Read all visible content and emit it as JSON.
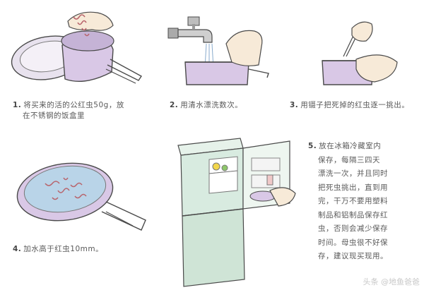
{
  "steps": [
    {
      "num": "1.",
      "line1": "将买来的活的公红虫50g，放",
      "line2": "在不锈钢的饭盒里"
    },
    {
      "num": "2.",
      "line1": "用清水漂洗数次。"
    },
    {
      "num": "3.",
      "line1": "用镊子把死掉的红虫逐一挑出。"
    },
    {
      "num": "4.",
      "line1": "加水高于红虫10mm。"
    },
    {
      "num": "5.",
      "lines": [
        "放在冰箱冷藏室内",
        "保存，每隔三四天",
        "漂洗一次，并且同时",
        "把死虫挑出，直到用",
        "完，干万不要用塑料",
        "制品和铝制品保存红",
        "虫，否则会减少保存",
        "时间。母虫很不好保",
        "存，建议现买现用。"
      ]
    }
  ],
  "watermark": "头条 @地鱼爸爸",
  "colors": {
    "outline": "#4a4a4a",
    "pan_fill": "#d9c8e6",
    "pan_shadow": "#9b8bb0",
    "fridge_fill": "#d8ebe0",
    "worm": "#b8646c",
    "skin": "#f7ead8",
    "water": "#b9d4e8"
  }
}
